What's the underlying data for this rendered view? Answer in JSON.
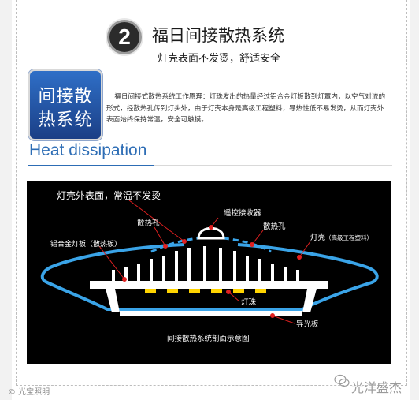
{
  "header": {
    "number": "2",
    "title": "福日间接散热系统",
    "subtitle": "灯壳表面不发烫，舒适安全"
  },
  "badge": {
    "line1": "间接散",
    "line2": "热系统"
  },
  "description": "福日间接式散热系统工作原理：灯珠发出的热量经过铝合金灯板散到灯罩内，以空气对流的形式，经散热孔传到灯头外，由于灯壳本身是高级工程塑料，导热性低不易发烫，从而灯壳外表面始终保持常温，安全可触摸。",
  "section_heading": "Heat dissipation",
  "diagram": {
    "labels": {
      "surface": "灯壳外表面，常温不发烫",
      "remote": "遥控接收器",
      "vent_left": "散热孔",
      "vent_right": "散热孔",
      "board": "铝合金灯板（散热板）",
      "shell_main": "灯壳",
      "shell_sub": "（高级工程塑料）",
      "led": "灯珠",
      "guide": "导光板",
      "caption": "间接散热系统剖面示意图"
    }
  },
  "watermarks": {
    "left": "© 光宝照明",
    "right": "光洋盛杰"
  },
  "colors": {
    "accent_blue": "#2d6db5",
    "shell_blue": "#3aa4e8",
    "led_yellow": "#ffd400",
    "leader_red": "#e02020"
  }
}
